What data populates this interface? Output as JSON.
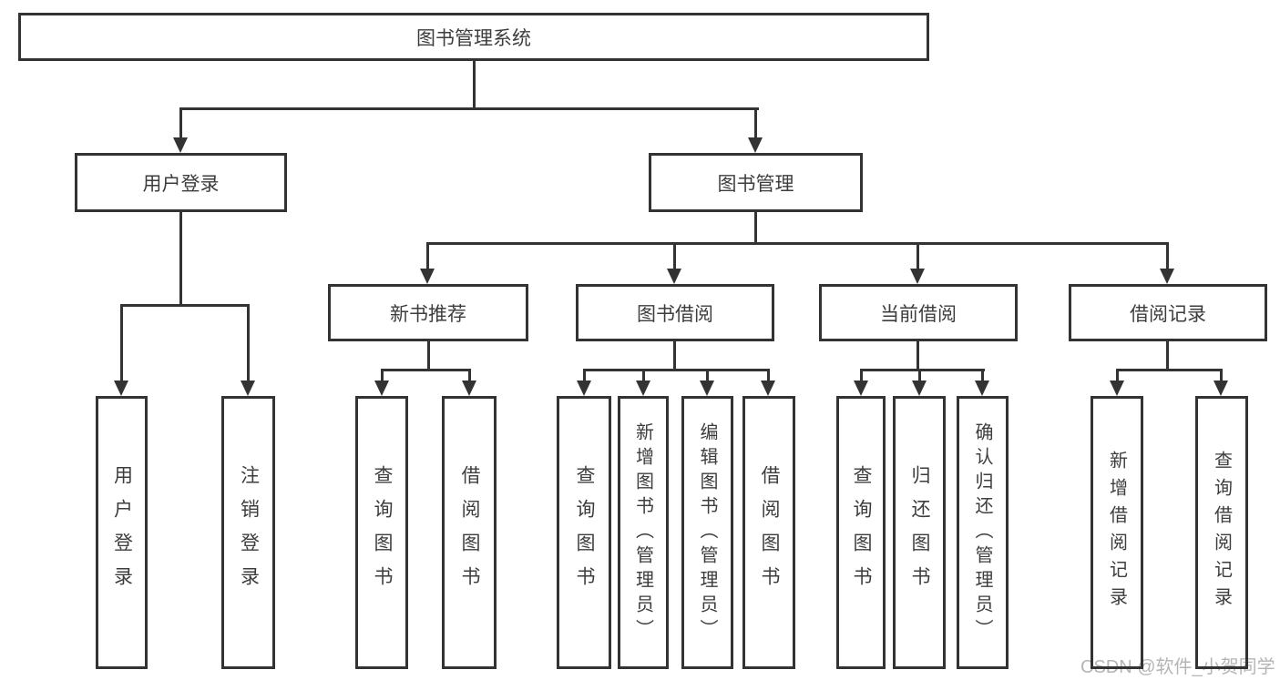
{
  "title": "图书管理系统",
  "tree": {
    "root": {
      "label": "图书管理系统"
    },
    "branches": [
      {
        "label": "用户登录",
        "children": [
          {
            "label": "用户登录"
          },
          {
            "label": "注销登录"
          }
        ]
      },
      {
        "label": "图书管理",
        "children": [
          {
            "label": "新书推荐",
            "children": [
              {
                "label": "查询图书"
              },
              {
                "label": "借阅图书"
              }
            ]
          },
          {
            "label": "图书借阅",
            "children": [
              {
                "label": "查询图书"
              },
              {
                "label": "新增图书（管理员）"
              },
              {
                "label": "编辑图书（管理员）"
              },
              {
                "label": "借阅图书"
              }
            ]
          },
          {
            "label": "当前借阅",
            "children": [
              {
                "label": "查询图书"
              },
              {
                "label": "归还图书"
              },
              {
                "label": "确认归还（管理员）"
              }
            ]
          },
          {
            "label": "借阅记录",
            "children": [
              {
                "label": "新增借阅记录"
              },
              {
                "label": "查询借阅记录"
              }
            ]
          }
        ]
      }
    ]
  },
  "watermark": {
    "text": "CSDN @软件_小贺同学"
  },
  "colors": {
    "line": "#333333",
    "text": "#3d3d3d",
    "watermark": "#b5b5b5"
  }
}
